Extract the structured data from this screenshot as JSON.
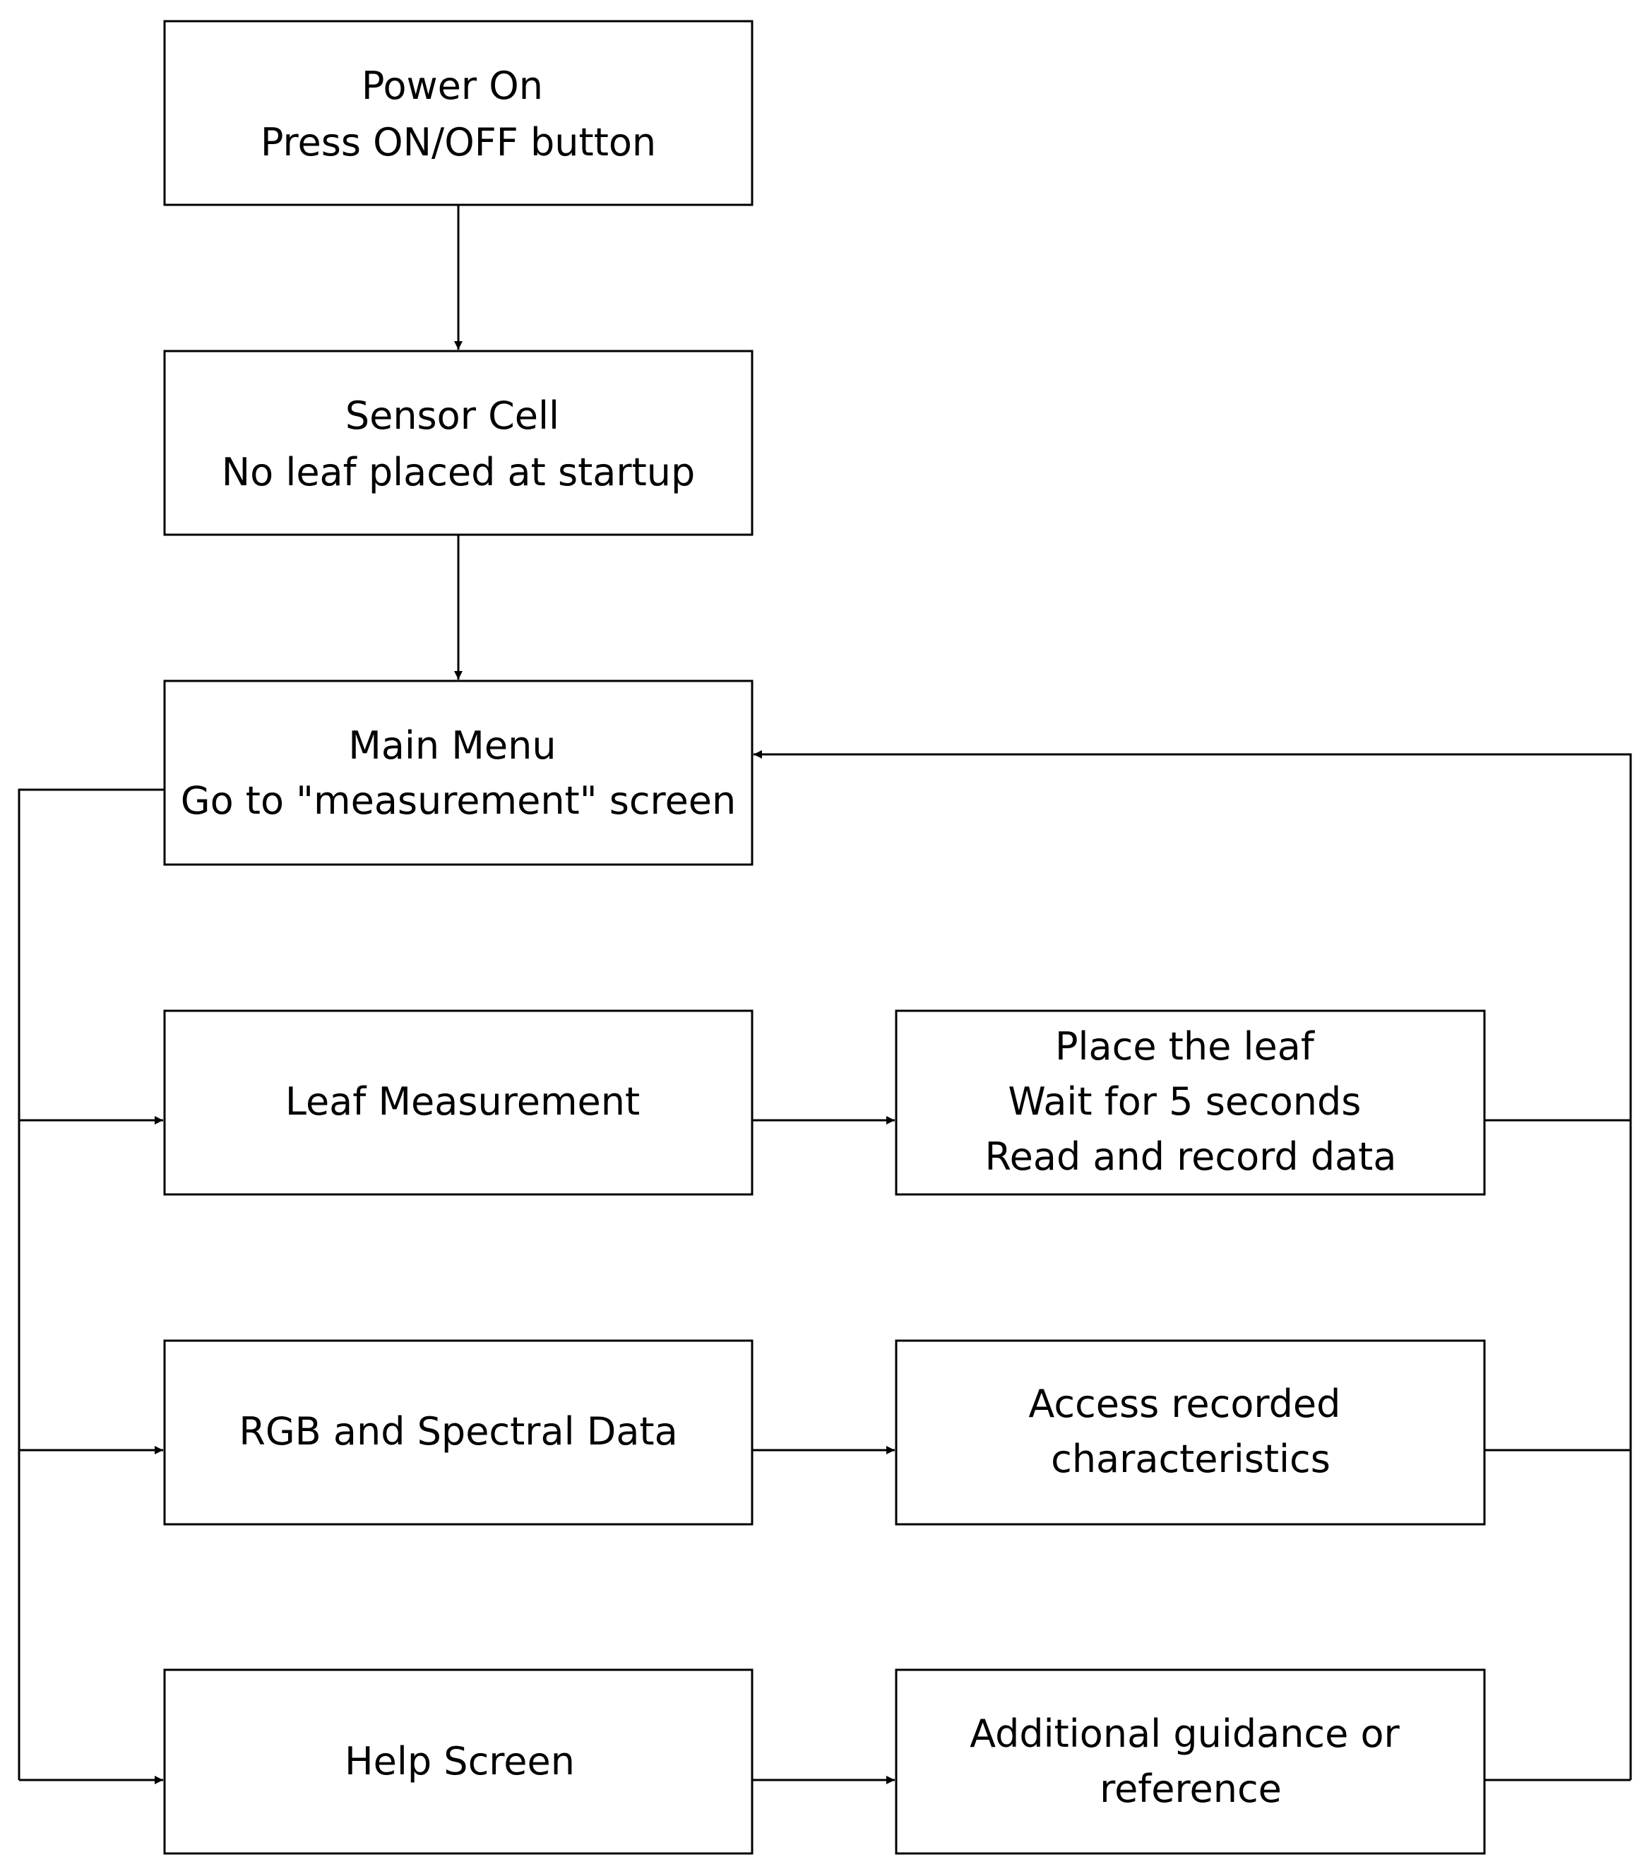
{
  "colors": {
    "stroke": "#000000",
    "fill": "#ffffff",
    "text": "#000000"
  },
  "nodes": {
    "power_on": {
      "lines": [
        "Power On",
        "Press ON/OFF button"
      ]
    },
    "sensor_cell": {
      "lines": [
        "Sensor Cell",
        "No leaf placed at startup"
      ]
    },
    "main_menu": {
      "lines": [
        "Main Menu",
        "Go to \"measurement\" screen"
      ]
    },
    "leaf_measurement": {
      "lines": [
        "Leaf Measurement"
      ]
    },
    "place_leaf": {
      "lines": [
        "Place the leaf",
        "Wait for 5 seconds",
        "Read and record data"
      ]
    },
    "rgb_spectral": {
      "lines": [
        "RGB and Spectral Data"
      ]
    },
    "access_recorded": {
      "lines": [
        "Access recorded",
        "characteristics"
      ]
    },
    "help_screen": {
      "lines": [
        "Help Screen"
      ]
    },
    "additional_guidance": {
      "lines": [
        "Additional guidance or",
        "reference"
      ]
    }
  },
  "edges": [
    {
      "from": "power_on",
      "to": "sensor_cell"
    },
    {
      "from": "sensor_cell",
      "to": "main_menu"
    },
    {
      "from": "main_menu",
      "to": "leaf_measurement"
    },
    {
      "from": "main_menu",
      "to": "rgb_spectral"
    },
    {
      "from": "main_menu",
      "to": "help_screen"
    },
    {
      "from": "leaf_measurement",
      "to": "place_leaf"
    },
    {
      "from": "rgb_spectral",
      "to": "access_recorded"
    },
    {
      "from": "help_screen",
      "to": "additional_guidance"
    },
    {
      "from": "place_leaf",
      "to": "main_menu"
    },
    {
      "from": "access_recorded",
      "to": "main_menu"
    },
    {
      "from": "additional_guidance",
      "to": "main_menu"
    }
  ]
}
